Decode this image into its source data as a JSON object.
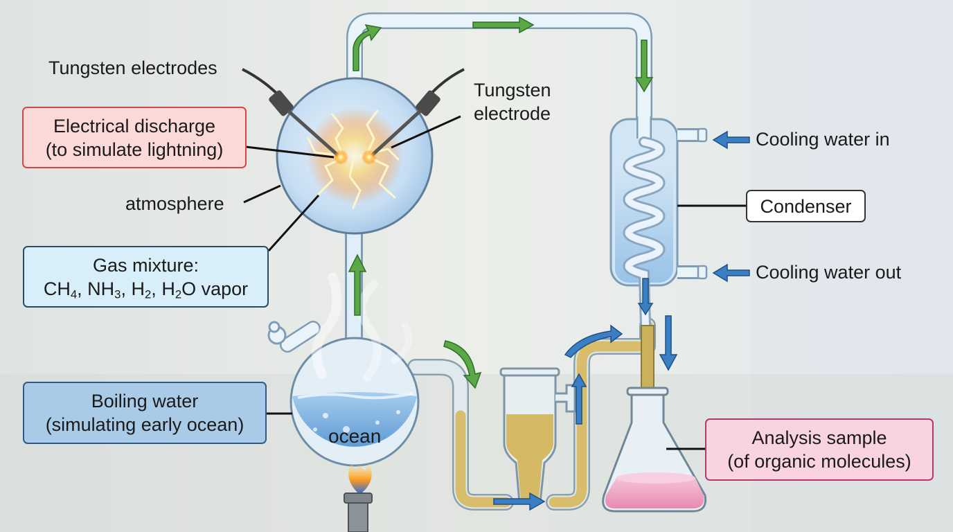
{
  "labels": {
    "tungsten_electrodes": "Tungsten electrodes",
    "tungsten_electrode_line1": "Tungsten",
    "tungsten_electrode_line2": "electrode",
    "atmosphere": "atmosphere",
    "ocean": "ocean",
    "cooling_water_in": "Cooling water in",
    "cooling_water_out": "Cooling water out",
    "condenser": "Condenser"
  },
  "boxes": {
    "discharge": {
      "line1": "Electrical discharge",
      "line2": "(to simulate lightning)"
    },
    "gas_mixture": {
      "title": "Gas mixture:",
      "formula": {
        "ch": "CH",
        "four": "4",
        "nh": "NH",
        "three": "3",
        "h": "H",
        "two": "2",
        "h2o_h": "H",
        "h2o_two": "2",
        "vapor": "O vapor",
        "sep": ", "
      }
    },
    "boiling": {
      "line1": "Boiling water",
      "line2": "(simulating early ocean)"
    },
    "analysis": {
      "line1": "Analysis sample",
      "line2": "(of organic molecules)"
    }
  },
  "colors": {
    "discharge_bg": "#fbd9d6",
    "discharge_border": "#d04848",
    "gas_bg": "#d8eef9",
    "gas_border": "#2a4a66",
    "boiling_bg": "#a9cbe8",
    "boiling_border": "#2d5a8c",
    "analysis_bg": "#f9d3e1",
    "analysis_border": "#b23a6a",
    "condenser_bg": "#ffffff",
    "condenser_border": "#333333",
    "flow_arrow_green": "#5aa846",
    "flow_arrow_blue": "#3a7fc4"
  }
}
